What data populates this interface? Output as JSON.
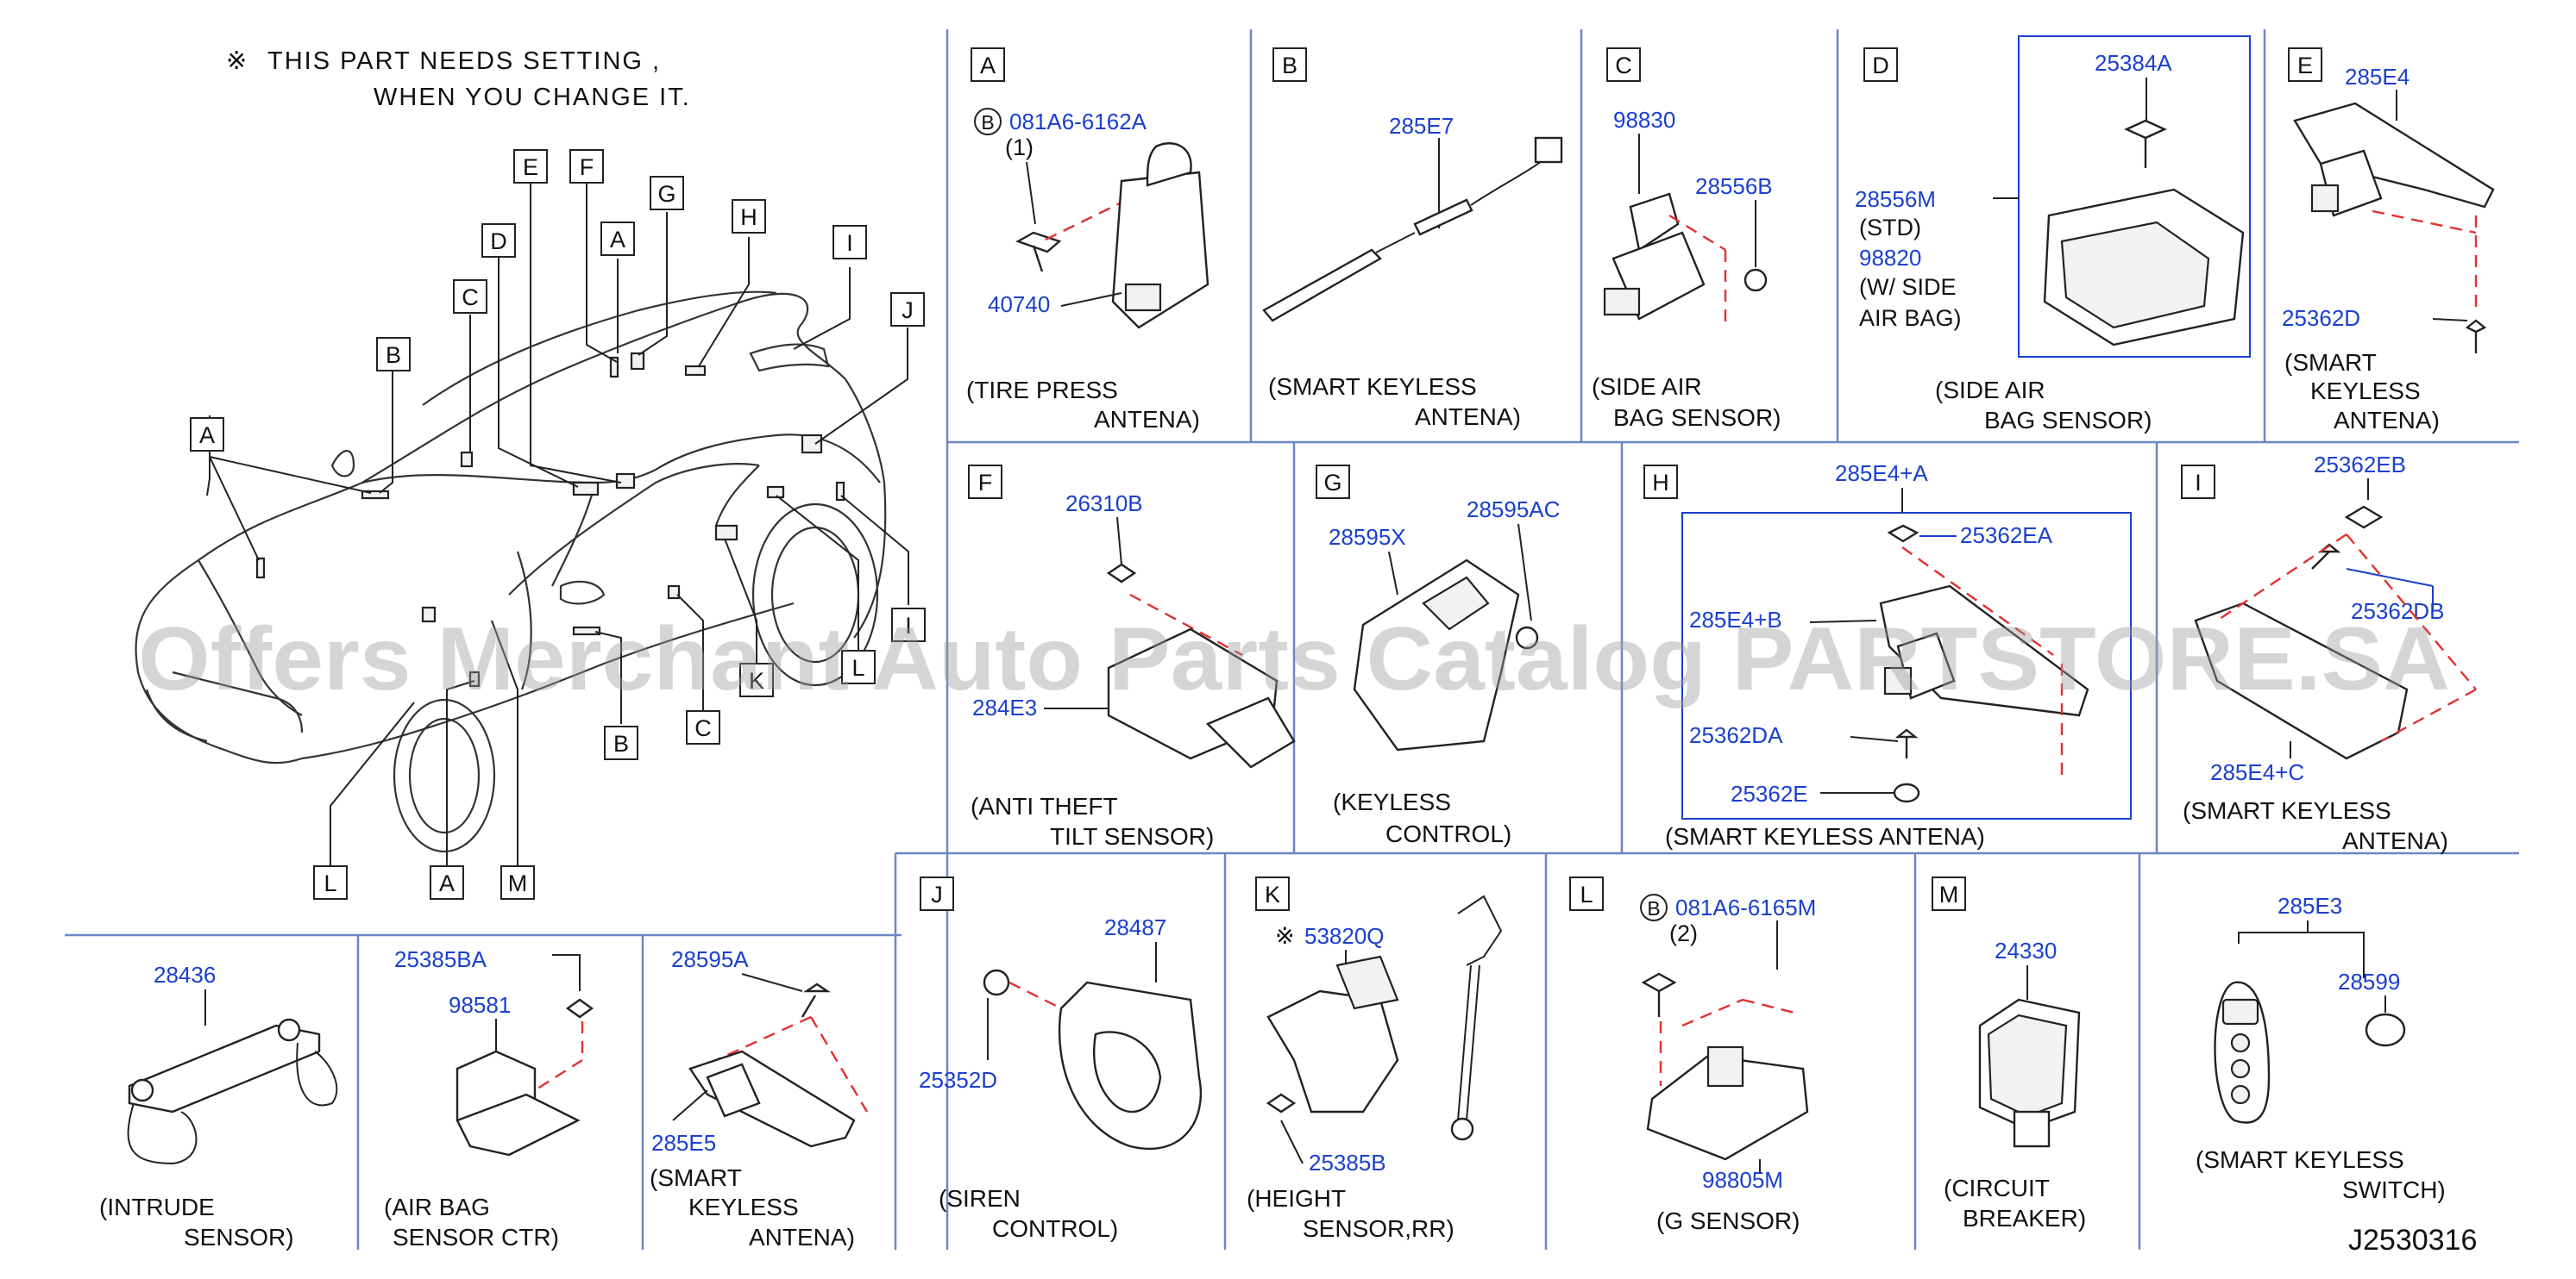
{
  "note": {
    "symbol": "※",
    "line1": "THIS PART NEEDS SETTING ,",
    "line2": "WHEN YOU CHANGE IT."
  },
  "watermark": "Offers Merchant Auto Parts Catalog PARTSTORE.SA",
  "drawing_code": "J2530316",
  "bolt_marker": "B",
  "car_callouts": [
    "A",
    "B",
    "C",
    "D",
    "E",
    "F",
    "G",
    "H",
    "I",
    "J",
    "L",
    "K",
    "B",
    "C",
    "L",
    "A",
    "M"
  ],
  "sections": {
    "A": {
      "letter": "A",
      "bolt": "081A6-6162A",
      "qty": "(1)",
      "part1": "40740",
      "caption1": "(TIRE   PRESS",
      "caption2": "ANTENA)"
    },
    "B": {
      "letter": "B",
      "part1": "285E7",
      "caption1": "(SMART   KEYLESS",
      "caption2": "ANTENA)"
    },
    "C": {
      "letter": "C",
      "part1": "98830",
      "part2": "28556B",
      "caption1": "(SIDE   AIR",
      "caption2": "BAG   SENSOR)"
    },
    "D": {
      "letter": "D",
      "part1": "25384A",
      "part2": "28556M",
      "std": "(STD)",
      "part3": "98820",
      "w_side": "(W/   SIDE",
      "air_bag": "AIR   BAG)",
      "caption1": "(SIDE   AIR",
      "caption2": "BAG   SENSOR)"
    },
    "E": {
      "letter": "E",
      "part1": "285E4",
      "part2": "25362D",
      "caption1": "(SMART",
      "caption2": "KEYLESS",
      "caption3": "ANTENA)"
    },
    "F": {
      "letter": "F",
      "part1": "26310B",
      "part2": "284E3",
      "caption1": "(ANTI   THEFT",
      "caption2": "TILT   SENSOR)"
    },
    "G": {
      "letter": "G",
      "part1": "28595X",
      "part2": "28595AC",
      "caption1": "(KEYLESS",
      "caption2": "CONTROL)"
    },
    "H": {
      "letter": "H",
      "part1": "285E4+A",
      "part2": "25362EA",
      "part3": "285E4+B",
      "part4": "25362DA",
      "part5": "25362E",
      "caption1": "(SMART   KEYLESS   ANTENA)"
    },
    "I": {
      "letter": "I",
      "part1": "25362EB",
      "part2": "25362DB",
      "part3": "285E4+C",
      "caption1": "(SMART   KEYLESS",
      "caption2": "ANTENA)"
    },
    "J": {
      "letter": "J",
      "part1": "28487",
      "part2": "25352D",
      "caption1": "(SIREN",
      "caption2": "CONTROL)"
    },
    "K": {
      "letter": "K",
      "part1": "53820Q",
      "part2": "25385B",
      "caption1": "(HEIGHT",
      "caption2": "SENSOR,RR)"
    },
    "L": {
      "letter": "L",
      "bolt": "081A6-6165M",
      "qty": "(2)",
      "part1": "98805M",
      "caption1": "(G   SENSOR)"
    },
    "M": {
      "letter": "M",
      "part1": "24330",
      "caption1": "(CIRCUIT",
      "caption2": "BREAKER)"
    },
    "S1": {
      "part1": "28436",
      "caption1": "(INTRUDE",
      "caption2": "SENSOR)"
    },
    "S2": {
      "part1": "25385BA",
      "part2": "98581",
      "caption1": "(AIR   BAG",
      "caption2": "SENSOR   CTR)"
    },
    "S3": {
      "part1": "28595A",
      "part2": "285E5",
      "caption1": "(SMART",
      "caption2": "KEYLESS",
      "caption3": "ANTENA)"
    },
    "S4": {
      "part1": "285E3",
      "part2": "28599",
      "caption1": "(SMART   KEYLESS",
      "caption2": "SWITCH)"
    }
  }
}
